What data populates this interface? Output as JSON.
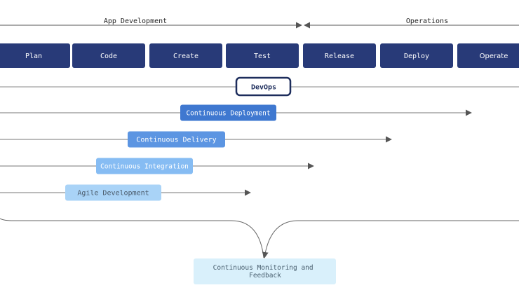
{
  "phases": {
    "left": "App Development",
    "right": "Operations"
  },
  "stages": [
    "Plan",
    "Code",
    "Create",
    "Test",
    "Release",
    "Deploy",
    "Operate"
  ],
  "devops_label": "DevOps",
  "practices": [
    {
      "label": "Continuous Deployment",
      "color": "#3f78d0",
      "text_color": "#ffffff"
    },
    {
      "label": "Continuous Delivery",
      "color": "#5c95e2",
      "text_color": "#ffffff"
    },
    {
      "label": "Continuous Integration",
      "color": "#86bcf3",
      "text_color": "#ffffff"
    },
    {
      "label": "Agile Development",
      "color": "#a9d3f7",
      "text_color": "#4a5a6a"
    }
  ],
  "feedback_label_lines": [
    "Continuous Monitoring and",
    "Feedback"
  ],
  "colors": {
    "stage_fill": "#283a78",
    "line": "#6e6e6e",
    "devops_border": "#1d2d5c",
    "feedback_fill": "#d9f0fb",
    "feedback_text": "#4a6070"
  }
}
